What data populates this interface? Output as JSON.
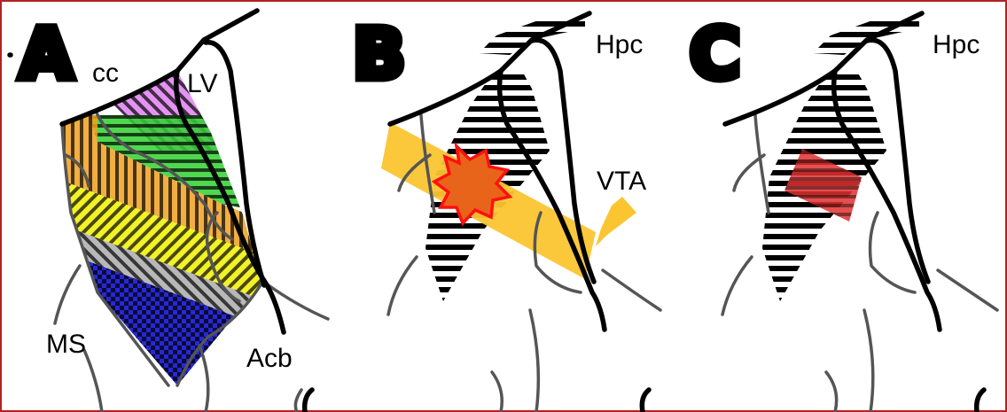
{
  "panels": [
    {
      "letter": "A",
      "labels": {
        "cc": "cc",
        "lv": "LV",
        "ms": "MS",
        "acb": "Acb"
      }
    },
    {
      "letter": "B",
      "labels": {
        "hpc": "Hpc",
        "vta": "VTA"
      }
    },
    {
      "letter": "C",
      "labels": {
        "hpc": "Hpc"
      }
    }
  ],
  "colors": {
    "frame": "#b22222",
    "orange_band": "#f0a020",
    "yellow_band": "#f0f000",
    "gray_band": "#b0b0b0",
    "blue_band": "#1010d0",
    "green_band": "#30d030",
    "pink_band": "#e080f0",
    "injection_band": "#fbc531",
    "injection_site": "#e8641a",
    "injection_edge": "#ff1010",
    "lesion": "#e03030"
  }
}
